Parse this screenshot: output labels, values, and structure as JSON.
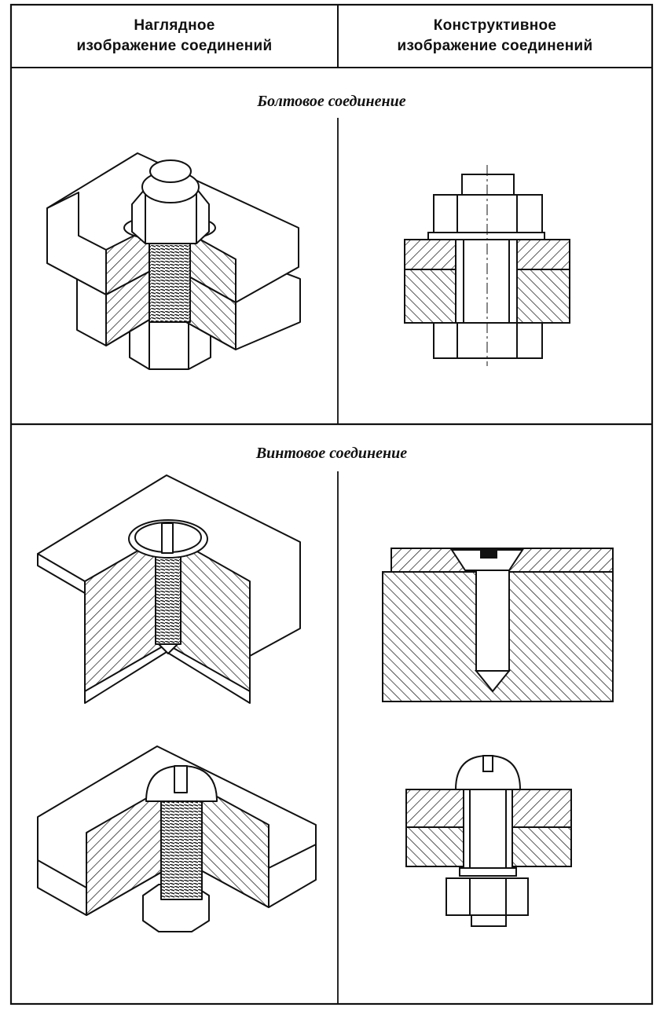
{
  "table": {
    "header_left": [
      "Наглядное",
      "изображение соединений"
    ],
    "header_right": [
      "Конструктивное",
      "изображение соединений"
    ]
  },
  "sections": [
    {
      "title": "Болтовое соединение"
    },
    {
      "title": "Винтовое соединение"
    }
  ]
}
